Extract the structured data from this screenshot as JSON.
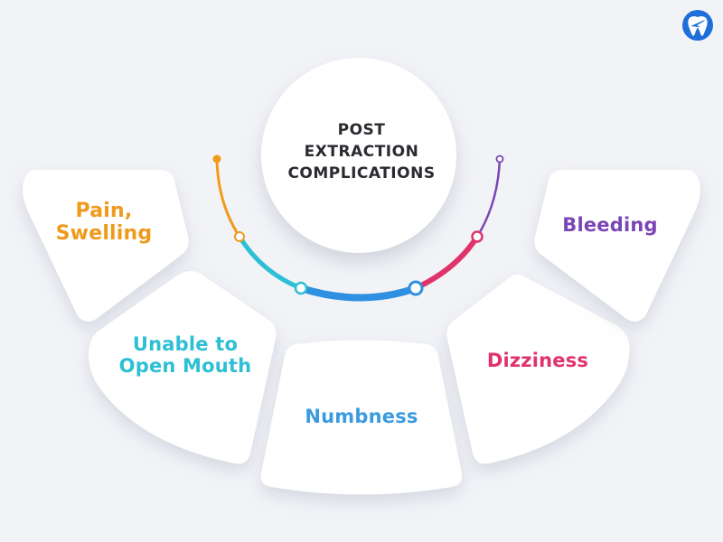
{
  "center": {
    "title_lines": [
      "POST",
      "EXTRACTION",
      "COMPLICATIONS"
    ]
  },
  "items": [
    {
      "name": "pain-swelling",
      "lines": [
        "Pain,",
        "Swelling"
      ],
      "color": "#f09a1b"
    },
    {
      "name": "unable-to-open-mouth",
      "lines": [
        "Unable to",
        "Open Mouth"
      ],
      "color": "#2dbfd6"
    },
    {
      "name": "numbness",
      "lines": [
        "Numbness"
      ],
      "color": "#3b9ae0"
    },
    {
      "name": "dizziness",
      "lines": [
        "Dizziness"
      ],
      "color": "#e0336a"
    },
    {
      "name": "bleeding",
      "lines": [
        "Bleeding"
      ],
      "color": "#7a45b5"
    }
  ],
  "arc_colors": {
    "orange": "#f09a1b",
    "cyan": "#2dbfd6",
    "blue": "#2f8fe0",
    "pink": "#e0336a",
    "purple": "#7a45b5"
  },
  "logo": {
    "icon": "tooth-plane-logo-icon",
    "color": "#1e6fd9"
  }
}
